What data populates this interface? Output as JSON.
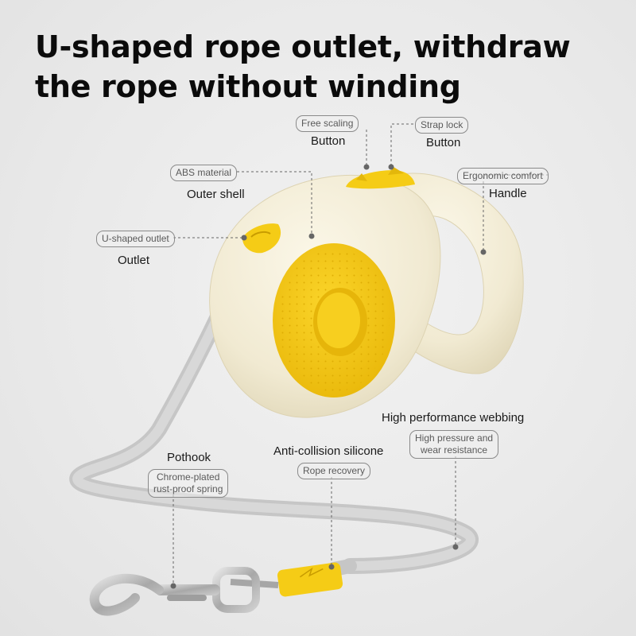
{
  "headline": {
    "line1": "U-shaped rope outlet, withdraw",
    "line2": "the rope without winding"
  },
  "callouts": {
    "free_scaling": {
      "tag": "Free scaling",
      "label": "Button"
    },
    "strap_lock": {
      "tag": "Strap lock",
      "label": "Button"
    },
    "abs_material": {
      "tag": "ABS material",
      "label": "Outer shell"
    },
    "ergonomic": {
      "tag": "Ergonomic comfort",
      "label": "Handle"
    },
    "u_outlet": {
      "tag": "U-shaped outlet",
      "label": "Outlet"
    },
    "webbing": {
      "label": "High performance webbing",
      "tag_line1": "High pressure and",
      "tag_line2": "wear resistance"
    },
    "silicone": {
      "label": "Anti-collision silicone",
      "tag": "Rope recovery"
    },
    "pothook": {
      "label": "Pothook",
      "tag_line1": "Chrome-plated",
      "tag_line2": "rust-proof spring"
    }
  },
  "colors": {
    "body_cream": "#f3edd8",
    "accent_yellow": "#f5cc16",
    "rope_grey": "#c9c9c9",
    "metal": "#b7b7b7",
    "leader_line": "#666666"
  },
  "icons": [
    "leash-body",
    "hook-icon",
    "lightning-logo-icon"
  ]
}
